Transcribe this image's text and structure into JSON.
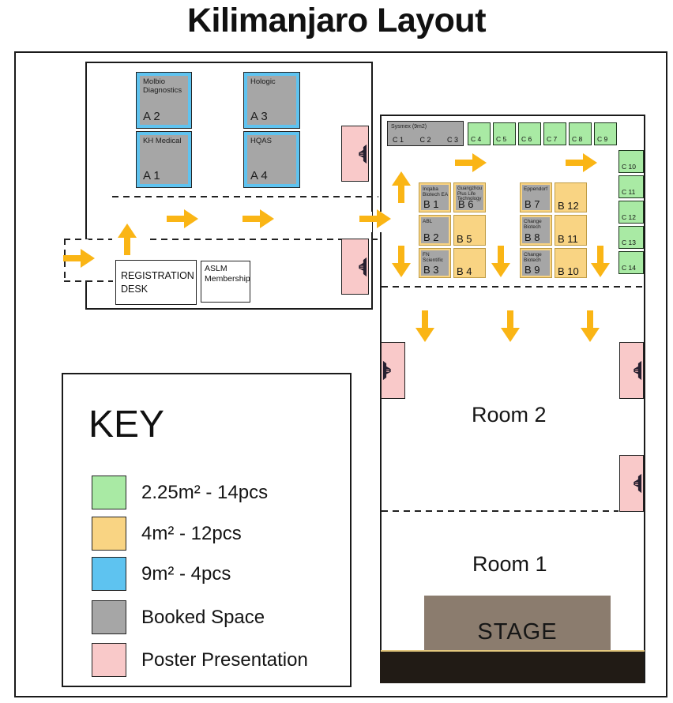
{
  "title": "Kilimanjaro Layout",
  "colors": {
    "green": "#a9eaa4",
    "orange": "#f9d483",
    "blue": "#5ec3f0",
    "gray": "#a6a6a6",
    "pink": "#f9c9c9",
    "arrow": "#fab515",
    "stage": "#8b7c6e",
    "bar": "#211b15"
  },
  "left_room": {
    "booths": [
      {
        "id": "A 1",
        "company": "KH Medical"
      },
      {
        "id": "A 2",
        "company": "Molbio Diagnostics"
      },
      {
        "id": "A 3",
        "company": "Hologic"
      },
      {
        "id": "A 4",
        "company": "HQAS"
      }
    ],
    "registration_desk": "REGISTRATION DESK",
    "aslm": "ASLM Membership"
  },
  "hall": {
    "sysmex": {
      "company": "Sysmex (9m2)",
      "slots": [
        "C 1",
        "C 2",
        "C 3"
      ]
    },
    "c_top": [
      "C 4",
      "C 5",
      "C 6",
      "C 7",
      "C 8",
      "C 9"
    ],
    "c_right": [
      "C 10",
      "C 11",
      "C 12",
      "C 13",
      "C 14"
    ],
    "b_left": [
      {
        "id": "B 1",
        "company": "Inqaba Biotech EA",
        "booked": true
      },
      {
        "id": "B 6",
        "company": "Guangzhou Plus Life Technology",
        "booked": true
      },
      {
        "id": "B 2",
        "company": "ABL",
        "booked": true
      },
      {
        "id": "B 5",
        "company": "",
        "booked": false
      },
      {
        "id": "B 3",
        "company": "FN Scientific",
        "booked": true
      },
      {
        "id": "B 4",
        "company": "",
        "booked": false
      }
    ],
    "b_right": [
      {
        "id": "B 7",
        "company": "Eppendorf",
        "booked": true
      },
      {
        "id": "B 12",
        "company": "",
        "booked": false
      },
      {
        "id": "B 8",
        "company": "Change Biotech",
        "booked": true
      },
      {
        "id": "B 11",
        "company": "",
        "booked": false
      },
      {
        "id": "B 9",
        "company": "Change Biotech",
        "booked": true
      },
      {
        "id": "B 10",
        "company": "",
        "booked": false
      }
    ],
    "room2_label": "Room 2",
    "room1_label": "Room 1",
    "stage_label": "STAGE"
  },
  "key": {
    "heading": "KEY",
    "items": [
      {
        "label": "2.25m² - 14pcs",
        "color": "#a9eaa4"
      },
      {
        "label": "4m² - 12pcs",
        "color": "#f9d483"
      },
      {
        "label": "9m² - 4pcs",
        "color": "#5ec3f0"
      },
      {
        "label": "Booked Space",
        "color": "#a6a6a6"
      },
      {
        "label": "Poster Presentation",
        "color": "#f9c9c9"
      }
    ]
  }
}
